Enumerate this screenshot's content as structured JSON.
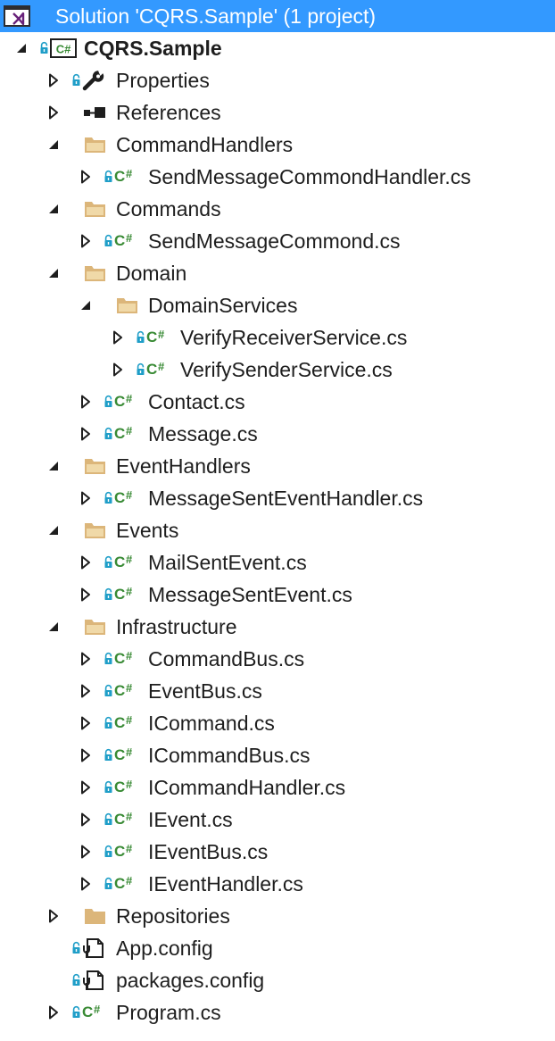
{
  "solution_explorer": {
    "nodes": [
      {
        "label": "Solution 'CQRS.Sample' (1 project)",
        "level": 0,
        "expander": "none",
        "icon": "solution-icon",
        "lock": false,
        "bold": false,
        "selected": true
      },
      {
        "label": "CQRS.Sample",
        "level": 1,
        "expander": "expanded",
        "icon": "csharp-project-icon",
        "lock": true,
        "bold": true,
        "selected": false
      },
      {
        "label": "Properties",
        "level": 2,
        "expander": "collapsed",
        "icon": "wrench-icon",
        "lock": true,
        "bold": false,
        "selected": false
      },
      {
        "label": "References",
        "level": 2,
        "expander": "collapsed",
        "icon": "references-icon",
        "lock": false,
        "bold": false,
        "selected": false
      },
      {
        "label": "CommandHandlers",
        "level": 2,
        "expander": "expanded",
        "icon": "folder-open-icon",
        "lock": false,
        "bold": false,
        "selected": false
      },
      {
        "label": "SendMessageCommondHandler.cs",
        "level": 3,
        "expander": "collapsed",
        "icon": "csharp-file-icon",
        "lock": true,
        "bold": false,
        "selected": false
      },
      {
        "label": "Commands",
        "level": 2,
        "expander": "expanded",
        "icon": "folder-open-icon",
        "lock": false,
        "bold": false,
        "selected": false
      },
      {
        "label": "SendMessageCommond.cs",
        "level": 3,
        "expander": "collapsed",
        "icon": "csharp-file-icon",
        "lock": true,
        "bold": false,
        "selected": false
      },
      {
        "label": "Domain",
        "level": 2,
        "expander": "expanded",
        "icon": "folder-open-icon",
        "lock": false,
        "bold": false,
        "selected": false
      },
      {
        "label": "DomainServices",
        "level": 3,
        "expander": "expanded",
        "icon": "folder-open-icon",
        "lock": false,
        "bold": false,
        "selected": false
      },
      {
        "label": "VerifyReceiverService.cs",
        "level": 4,
        "expander": "collapsed",
        "icon": "csharp-file-icon",
        "lock": true,
        "bold": false,
        "selected": false
      },
      {
        "label": "VerifySenderService.cs",
        "level": 4,
        "expander": "collapsed",
        "icon": "csharp-file-icon",
        "lock": true,
        "bold": false,
        "selected": false
      },
      {
        "label": "Contact.cs",
        "level": 3,
        "expander": "collapsed",
        "icon": "csharp-file-icon",
        "lock": true,
        "bold": false,
        "selected": false
      },
      {
        "label": "Message.cs",
        "level": 3,
        "expander": "collapsed",
        "icon": "csharp-file-icon",
        "lock": true,
        "bold": false,
        "selected": false
      },
      {
        "label": "EventHandlers",
        "level": 2,
        "expander": "expanded",
        "icon": "folder-open-icon",
        "lock": false,
        "bold": false,
        "selected": false
      },
      {
        "label": "MessageSentEventHandler.cs",
        "level": 3,
        "expander": "collapsed",
        "icon": "csharp-file-icon",
        "lock": true,
        "bold": false,
        "selected": false
      },
      {
        "label": "Events",
        "level": 2,
        "expander": "expanded",
        "icon": "folder-open-icon",
        "lock": false,
        "bold": false,
        "selected": false
      },
      {
        "label": "MailSentEvent.cs",
        "level": 3,
        "expander": "collapsed",
        "icon": "csharp-file-icon",
        "lock": true,
        "bold": false,
        "selected": false
      },
      {
        "label": "MessageSentEvent.cs",
        "level": 3,
        "expander": "collapsed",
        "icon": "csharp-file-icon",
        "lock": true,
        "bold": false,
        "selected": false
      },
      {
        "label": "Infrastructure",
        "level": 2,
        "expander": "expanded",
        "icon": "folder-open-icon",
        "lock": false,
        "bold": false,
        "selected": false
      },
      {
        "label": "CommandBus.cs",
        "level": 3,
        "expander": "collapsed",
        "icon": "csharp-file-icon",
        "lock": true,
        "bold": false,
        "selected": false
      },
      {
        "label": "EventBus.cs",
        "level": 3,
        "expander": "collapsed",
        "icon": "csharp-file-icon",
        "lock": true,
        "bold": false,
        "selected": false
      },
      {
        "label": "ICommand.cs",
        "level": 3,
        "expander": "collapsed",
        "icon": "csharp-file-icon",
        "lock": true,
        "bold": false,
        "selected": false
      },
      {
        "label": "ICommandBus.cs",
        "level": 3,
        "expander": "collapsed",
        "icon": "csharp-file-icon",
        "lock": true,
        "bold": false,
        "selected": false
      },
      {
        "label": "ICommandHandler.cs",
        "level": 3,
        "expander": "collapsed",
        "icon": "csharp-file-icon",
        "lock": true,
        "bold": false,
        "selected": false
      },
      {
        "label": "IEvent.cs",
        "level": 3,
        "expander": "collapsed",
        "icon": "csharp-file-icon",
        "lock": true,
        "bold": false,
        "selected": false
      },
      {
        "label": "IEventBus.cs",
        "level": 3,
        "expander": "collapsed",
        "icon": "csharp-file-icon",
        "lock": true,
        "bold": false,
        "selected": false
      },
      {
        "label": "IEventHandler.cs",
        "level": 3,
        "expander": "collapsed",
        "icon": "csharp-file-icon",
        "lock": true,
        "bold": false,
        "selected": false
      },
      {
        "label": "Repositories",
        "level": 2,
        "expander": "collapsed",
        "icon": "folder-closed-icon",
        "lock": false,
        "bold": false,
        "selected": false
      },
      {
        "label": "App.config",
        "level": 2,
        "expander": "none",
        "icon": "config-file-icon",
        "lock": true,
        "bold": false,
        "selected": false
      },
      {
        "label": "packages.config",
        "level": 2,
        "expander": "none",
        "icon": "config-file-icon",
        "lock": true,
        "bold": false,
        "selected": false
      },
      {
        "label": "Program.cs",
        "level": 2,
        "expander": "collapsed",
        "icon": "csharp-file-icon",
        "lock": true,
        "bold": false,
        "selected": false
      }
    ]
  },
  "colors": {
    "selection": "#3399ff",
    "lock": "#1f9ec8",
    "csharp": "#388a34",
    "folder": "#dcb67a",
    "folder_light": "#f0d9a8",
    "arrow": "#1e1e1e"
  }
}
